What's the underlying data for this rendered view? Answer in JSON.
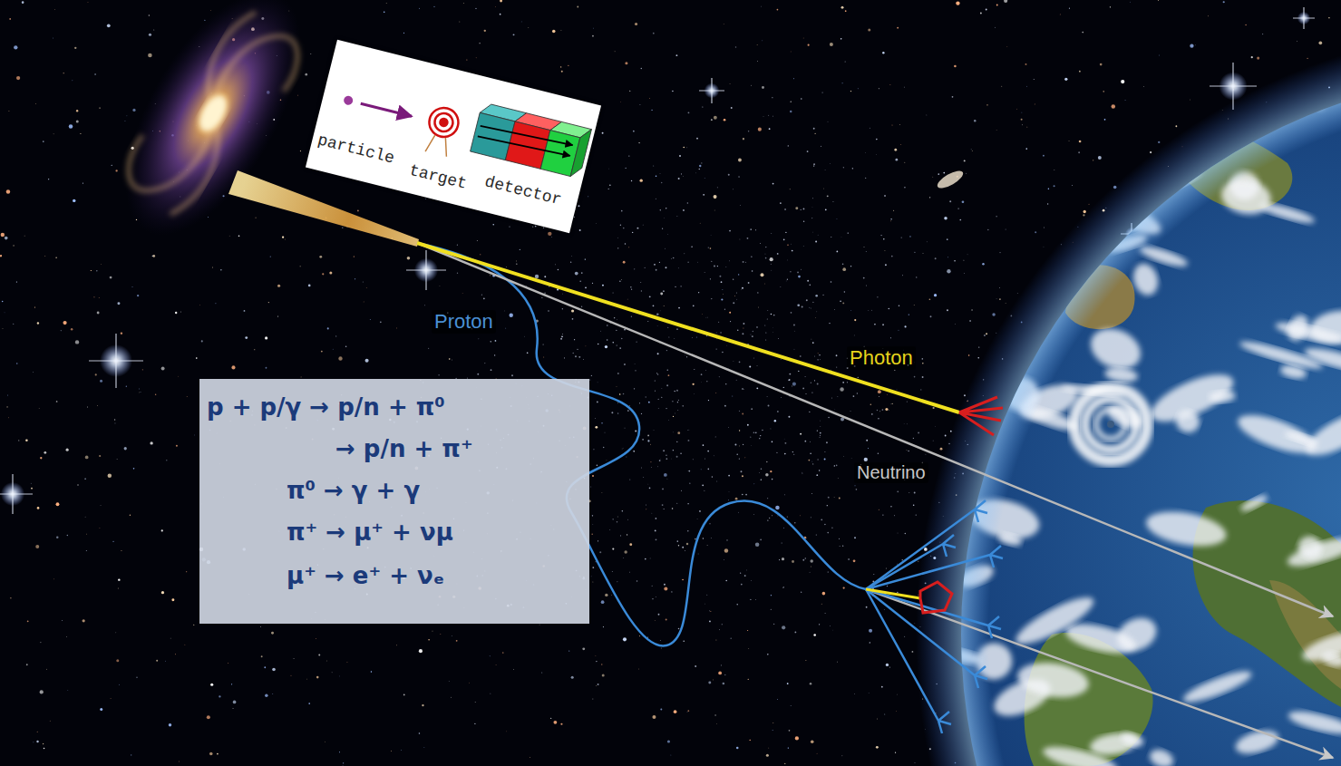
{
  "diagram": {
    "nodes": [
      {
        "text": [
          "particle",
          "target",
          "detector"
        ]
      },
      {
        "text": [
          "p + p/γ → p/n + π⁰",
          "→ p/n + π⁺",
          "π⁰ → γ + γ",
          "π⁺ → μ⁺ + νμ",
          "μ⁺ → e⁺ + νₑ"
        ]
      }
    ],
    "labels": [
      "Proton",
      "Photon",
      "Neutrino"
    ]
  }
}
